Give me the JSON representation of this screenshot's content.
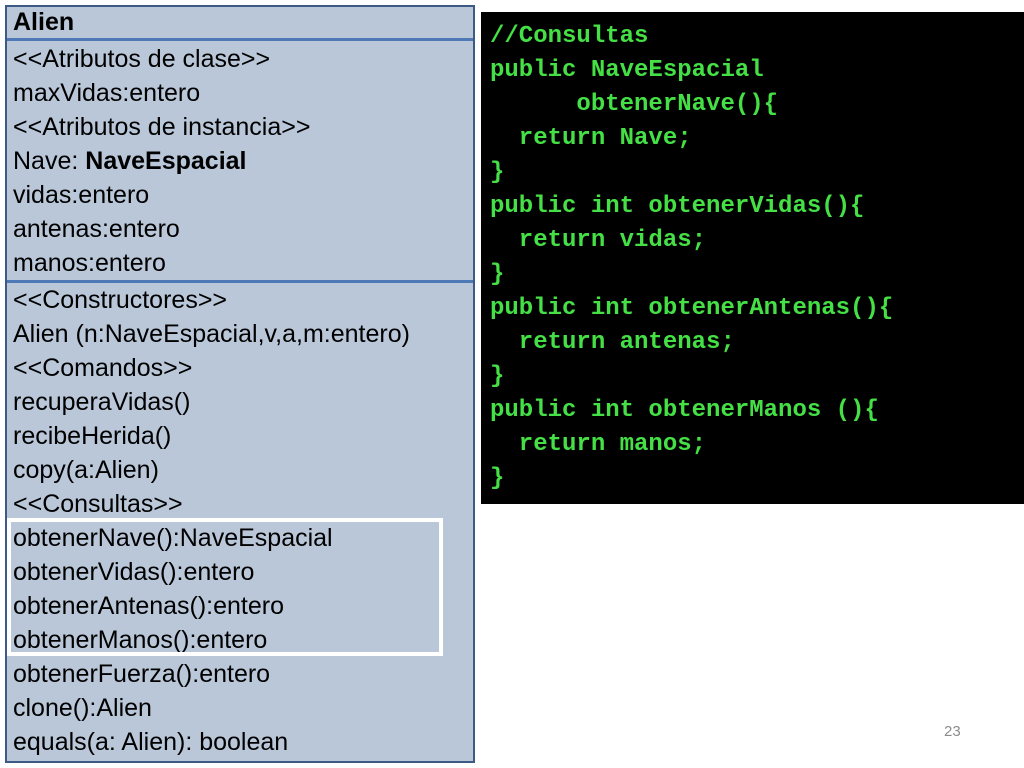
{
  "class_diagram": {
    "class_name": "Alien",
    "attributes": {
      "class_attrs_header": "<<Atributos de clase>>",
      "max_vidas": "maxVidas:entero",
      "instance_attrs_header": "<<Atributos de instancia>>",
      "nave_label": "Nave: ",
      "nave_type": "NaveEspacial",
      "vidas": "vidas:entero",
      "antenas": "antenas:entero",
      "manos": "manos:entero"
    },
    "operations": {
      "constructors_header": "<<Constructores>>",
      "constructor": "Alien (n:NaveEspacial,v,a,m:entero)",
      "commands_header": "<<Comandos>>",
      "recupera_vidas": "recuperaVidas()",
      "recibe_herida": "recibeHerida()",
      "copy": "copy(a:Alien)",
      "queries_header": "<<Consultas>>",
      "obtener_nave": "obtenerNave():NaveEspacial",
      "obtener_vidas": "obtenerVidas():entero",
      "obtener_antenas": "obtenerAntenas():entero",
      "obtener_manos": "obtenerManos():entero",
      "obtener_fuerza": "obtenerFuerza():entero",
      "clone": "clone():Alien",
      "equals": "equals(a: Alien): boolean"
    }
  },
  "code_panel": {
    "lines": [
      "//Consultas",
      "public NaveEspacial",
      "      obtenerNave(){",
      "  return Nave;",
      "}",
      "public int obtenerVidas(){",
      "  return vidas;",
      "}",
      "public int obtenerAntenas(){",
      "  return antenas;",
      "}",
      "public int obtenerManos (){",
      "  return manos;",
      "}"
    ]
  },
  "page_number": "23",
  "colors": {
    "class_box_bg": "#b9c7d9",
    "class_box_border": "#3d5a86",
    "divider": "#4f79b6",
    "code_bg": "#000000",
    "code_text": "#45e045",
    "highlight_border": "#ffffff"
  }
}
